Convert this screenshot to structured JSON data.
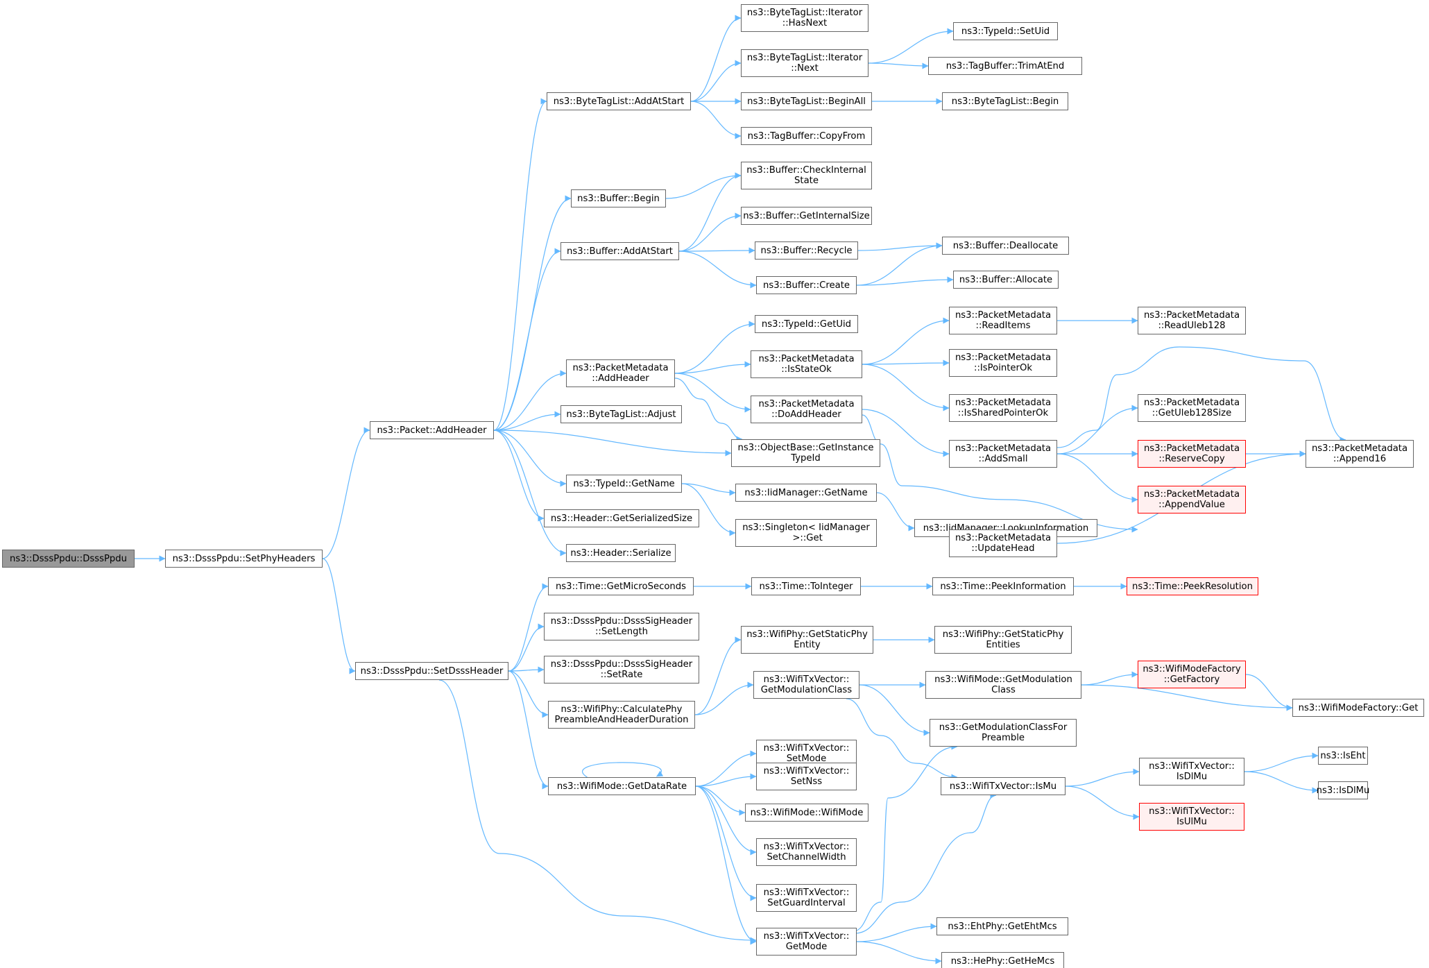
{
  "colors": {
    "edge": "#63b8ff",
    "node_border": "#666666",
    "root_fill": "#999999",
    "truncated_border": "#ff0000",
    "truncated_fill": "#fff0f0"
  },
  "nodes": [
    {
      "id": "n0",
      "label": "ns3::DsssPpdu::DsssPpdu",
      "style": "root"
    },
    {
      "id": "n1",
      "label": "ns3::DsssPpdu::SetPhyHeaders"
    },
    {
      "id": "n2",
      "label": "ns3::Packet::AddHeader"
    },
    {
      "id": "n3",
      "label": "ns3::DsssPpdu::SetDsssHeader"
    },
    {
      "id": "n4",
      "label": "ns3::ByteTagList::AddAtStart"
    },
    {
      "id": "n5",
      "label": "ns3::Buffer::Begin"
    },
    {
      "id": "n6",
      "label": "ns3::Buffer::AddAtStart"
    },
    {
      "id": "n7",
      "label": "ns3::PacketMetadata\n::AddHeader"
    },
    {
      "id": "n8",
      "label": "ns3::ByteTagList::Adjust"
    },
    {
      "id": "n9",
      "label": "ns3::TypeId::GetName"
    },
    {
      "id": "n10",
      "label": "ns3::Header::GetSerializedSize"
    },
    {
      "id": "n11",
      "label": "ns3::Header::Serialize"
    },
    {
      "id": "n12",
      "label": "ns3::Time::GetMicroSeconds"
    },
    {
      "id": "n13",
      "label": "ns3::DsssPpdu::DsssSigHeader\n::SetLength"
    },
    {
      "id": "n14",
      "label": "ns3::DsssPpdu::DsssSigHeader\n::SetRate"
    },
    {
      "id": "n15",
      "label": "ns3::WifiPhy::CalculatePhy\nPreambleAndHeaderDuration"
    },
    {
      "id": "n16",
      "label": "ns3::WifiMode::GetDataRate"
    },
    {
      "id": "n17",
      "label": "ns3::ByteTagList::Iterator\n::HasNext"
    },
    {
      "id": "n18",
      "label": "ns3::ByteTagList::Iterator\n::Next"
    },
    {
      "id": "n19",
      "label": "ns3::ByteTagList::BeginAll"
    },
    {
      "id": "n20",
      "label": "ns3::TagBuffer::CopyFrom"
    },
    {
      "id": "n21",
      "label": "ns3::Buffer::CheckInternal\nState"
    },
    {
      "id": "n22",
      "label": "ns3::Buffer::GetInternalSize"
    },
    {
      "id": "n23",
      "label": "ns3::Buffer::Recycle"
    },
    {
      "id": "n24",
      "label": "ns3::Buffer::Create"
    },
    {
      "id": "n25",
      "label": "ns3::TypeId::GetUid"
    },
    {
      "id": "n26",
      "label": "ns3::PacketMetadata\n::IsStateOk"
    },
    {
      "id": "n27",
      "label": "ns3::PacketMetadata\n::DoAddHeader"
    },
    {
      "id": "n28",
      "label": "ns3::ObjectBase::GetInstance\nTypeId"
    },
    {
      "id": "n29",
      "label": "ns3::IidManager::GetName"
    },
    {
      "id": "n30",
      "label": "ns3::Singleton< IidManager\n >::Get"
    },
    {
      "id": "n31",
      "label": "ns3::Time::ToInteger"
    },
    {
      "id": "n32",
      "label": "ns3::WifiPhy::GetStaticPhy\nEntity"
    },
    {
      "id": "n33",
      "label": "ns3::WifiTxVector::\nGetModulationClass"
    },
    {
      "id": "n34",
      "label": "ns3::WifiTxVector::\nSetMode"
    },
    {
      "id": "n35",
      "label": "ns3::WifiTxVector::\nSetNss"
    },
    {
      "id": "n36",
      "label": "ns3::WifiMode::WifiMode"
    },
    {
      "id": "n37",
      "label": "ns3::WifiTxVector::\nSetChannelWidth"
    },
    {
      "id": "n38",
      "label": "ns3::WifiTxVector::\nSetGuardInterval"
    },
    {
      "id": "n39",
      "label": "ns3::WifiTxVector::\nGetMode"
    },
    {
      "id": "n40",
      "label": "ns3::TypeId::SetUid"
    },
    {
      "id": "n41",
      "label": "ns3::TagBuffer::TrimAtEnd"
    },
    {
      "id": "n42",
      "label": "ns3::ByteTagList::Begin"
    },
    {
      "id": "n43",
      "label": "ns3::Buffer::Deallocate"
    },
    {
      "id": "n44",
      "label": "ns3::Buffer::Allocate"
    },
    {
      "id": "n45",
      "label": "ns3::PacketMetadata\n::ReadItems"
    },
    {
      "id": "n46",
      "label": "ns3::PacketMetadata\n::IsPointerOk"
    },
    {
      "id": "n47",
      "label": "ns3::PacketMetadata\n::IsSharedPointerOk"
    },
    {
      "id": "n48",
      "label": "ns3::PacketMetadata\n::AddSmall"
    },
    {
      "id": "n49",
      "label": "ns3::IidManager::LookupInformation"
    },
    {
      "id": "n50",
      "label": "ns3::PacketMetadata\n::UpdateHead"
    },
    {
      "id": "n51",
      "label": "ns3::Time::PeekInformation"
    },
    {
      "id": "n52",
      "label": "ns3::WifiPhy::GetStaticPhy\nEntities"
    },
    {
      "id": "n53",
      "label": "ns3::WifiMode::GetModulation\nClass"
    },
    {
      "id": "n54",
      "label": "ns3::GetModulationClassFor\nPreamble"
    },
    {
      "id": "n55",
      "label": "ns3::WifiTxVector::IsMu"
    },
    {
      "id": "n56",
      "label": "ns3::EhtPhy::GetEhtMcs"
    },
    {
      "id": "n57",
      "label": "ns3::HePhy::GetHeMcs"
    },
    {
      "id": "n58",
      "label": "ns3::PacketMetadata\n::ReadUleb128"
    },
    {
      "id": "n59",
      "label": "ns3::PacketMetadata\n::GetUleb128Size"
    },
    {
      "id": "n60",
      "label": "ns3::PacketMetadata\n::ReserveCopy",
      "style": "truncated"
    },
    {
      "id": "n61",
      "label": "ns3::PacketMetadata\n::AppendValue",
      "style": "truncated"
    },
    {
      "id": "n62",
      "label": "ns3::Time::PeekResolution",
      "style": "truncated"
    },
    {
      "id": "n63",
      "label": "ns3::WifiModeFactory\n::GetFactory",
      "style": "truncated"
    },
    {
      "id": "n64",
      "label": "ns3::WifiTxVector::\nIsDlMu"
    },
    {
      "id": "n65",
      "label": "ns3::WifiTxVector::\nIsUlMu",
      "style": "truncated"
    },
    {
      "id": "n66",
      "label": "ns3::PacketMetadata\n::Append16"
    },
    {
      "id": "n67",
      "label": "ns3::WifiModeFactory::Get"
    },
    {
      "id": "n68",
      "label": "ns3::IsEht"
    },
    {
      "id": "n69",
      "label": "ns3::IsDlMu"
    }
  ],
  "edges": [
    [
      "n0",
      "n1"
    ],
    [
      "n1",
      "n2"
    ],
    [
      "n1",
      "n3"
    ],
    [
      "n2",
      "n4"
    ],
    [
      "n2",
      "n5"
    ],
    [
      "n2",
      "n6"
    ],
    [
      "n2",
      "n7"
    ],
    [
      "n2",
      "n8"
    ],
    [
      "n2",
      "n28"
    ],
    [
      "n2",
      "n9"
    ],
    [
      "n2",
      "n10"
    ],
    [
      "n2",
      "n11"
    ],
    [
      "n4",
      "n17"
    ],
    [
      "n4",
      "n18"
    ],
    [
      "n4",
      "n19"
    ],
    [
      "n4",
      "n20"
    ],
    [
      "n18",
      "n40"
    ],
    [
      "n18",
      "n41"
    ],
    [
      "n19",
      "n42"
    ],
    [
      "n5",
      "n21"
    ],
    [
      "n6",
      "n21"
    ],
    [
      "n6",
      "n22"
    ],
    [
      "n6",
      "n23"
    ],
    [
      "n6",
      "n24"
    ],
    [
      "n23",
      "n43"
    ],
    [
      "n24",
      "n43"
    ],
    [
      "n24",
      "n44"
    ],
    [
      "n7",
      "n25"
    ],
    [
      "n7",
      "n26"
    ],
    [
      "n7",
      "n27"
    ],
    [
      "n7",
      "n28"
    ],
    [
      "n26",
      "n45"
    ],
    [
      "n26",
      "n46"
    ],
    [
      "n26",
      "n47"
    ],
    [
      "n45",
      "n58"
    ],
    [
      "n27",
      "n48"
    ],
    [
      "n27",
      "n50"
    ],
    [
      "n48",
      "n66"
    ],
    [
      "n48",
      "n59"
    ],
    [
      "n48",
      "n60"
    ],
    [
      "n48",
      "n61"
    ],
    [
      "n60",
      "n66"
    ],
    [
      "n50",
      "n66"
    ],
    [
      "n9",
      "n29"
    ],
    [
      "n9",
      "n30"
    ],
    [
      "n29",
      "n49"
    ],
    [
      "n3",
      "n12"
    ],
    [
      "n3",
      "n13"
    ],
    [
      "n3",
      "n14"
    ],
    [
      "n3",
      "n15"
    ],
    [
      "n3",
      "n16"
    ],
    [
      "n3",
      "n39"
    ],
    [
      "n12",
      "n31"
    ],
    [
      "n31",
      "n51"
    ],
    [
      "n51",
      "n62"
    ],
    [
      "n15",
      "n32"
    ],
    [
      "n15",
      "n33"
    ],
    [
      "n32",
      "n52"
    ],
    [
      "n33",
      "n53"
    ],
    [
      "n33",
      "n54"
    ],
    [
      "n33",
      "n55"
    ],
    [
      "n53",
      "n63"
    ],
    [
      "n53",
      "n67"
    ],
    [
      "n63",
      "n67"
    ],
    [
      "n16",
      "n16"
    ],
    [
      "n16",
      "n34"
    ],
    [
      "n16",
      "n35"
    ],
    [
      "n16",
      "n36"
    ],
    [
      "n16",
      "n37"
    ],
    [
      "n16",
      "n38"
    ],
    [
      "n16",
      "n39"
    ],
    [
      "n39",
      "n54"
    ],
    [
      "n39",
      "n55"
    ],
    [
      "n39",
      "n56"
    ],
    [
      "n39",
      "n57"
    ],
    [
      "n55",
      "n64"
    ],
    [
      "n55",
      "n65"
    ],
    [
      "n64",
      "n68"
    ],
    [
      "n64",
      "n69"
    ]
  ]
}
